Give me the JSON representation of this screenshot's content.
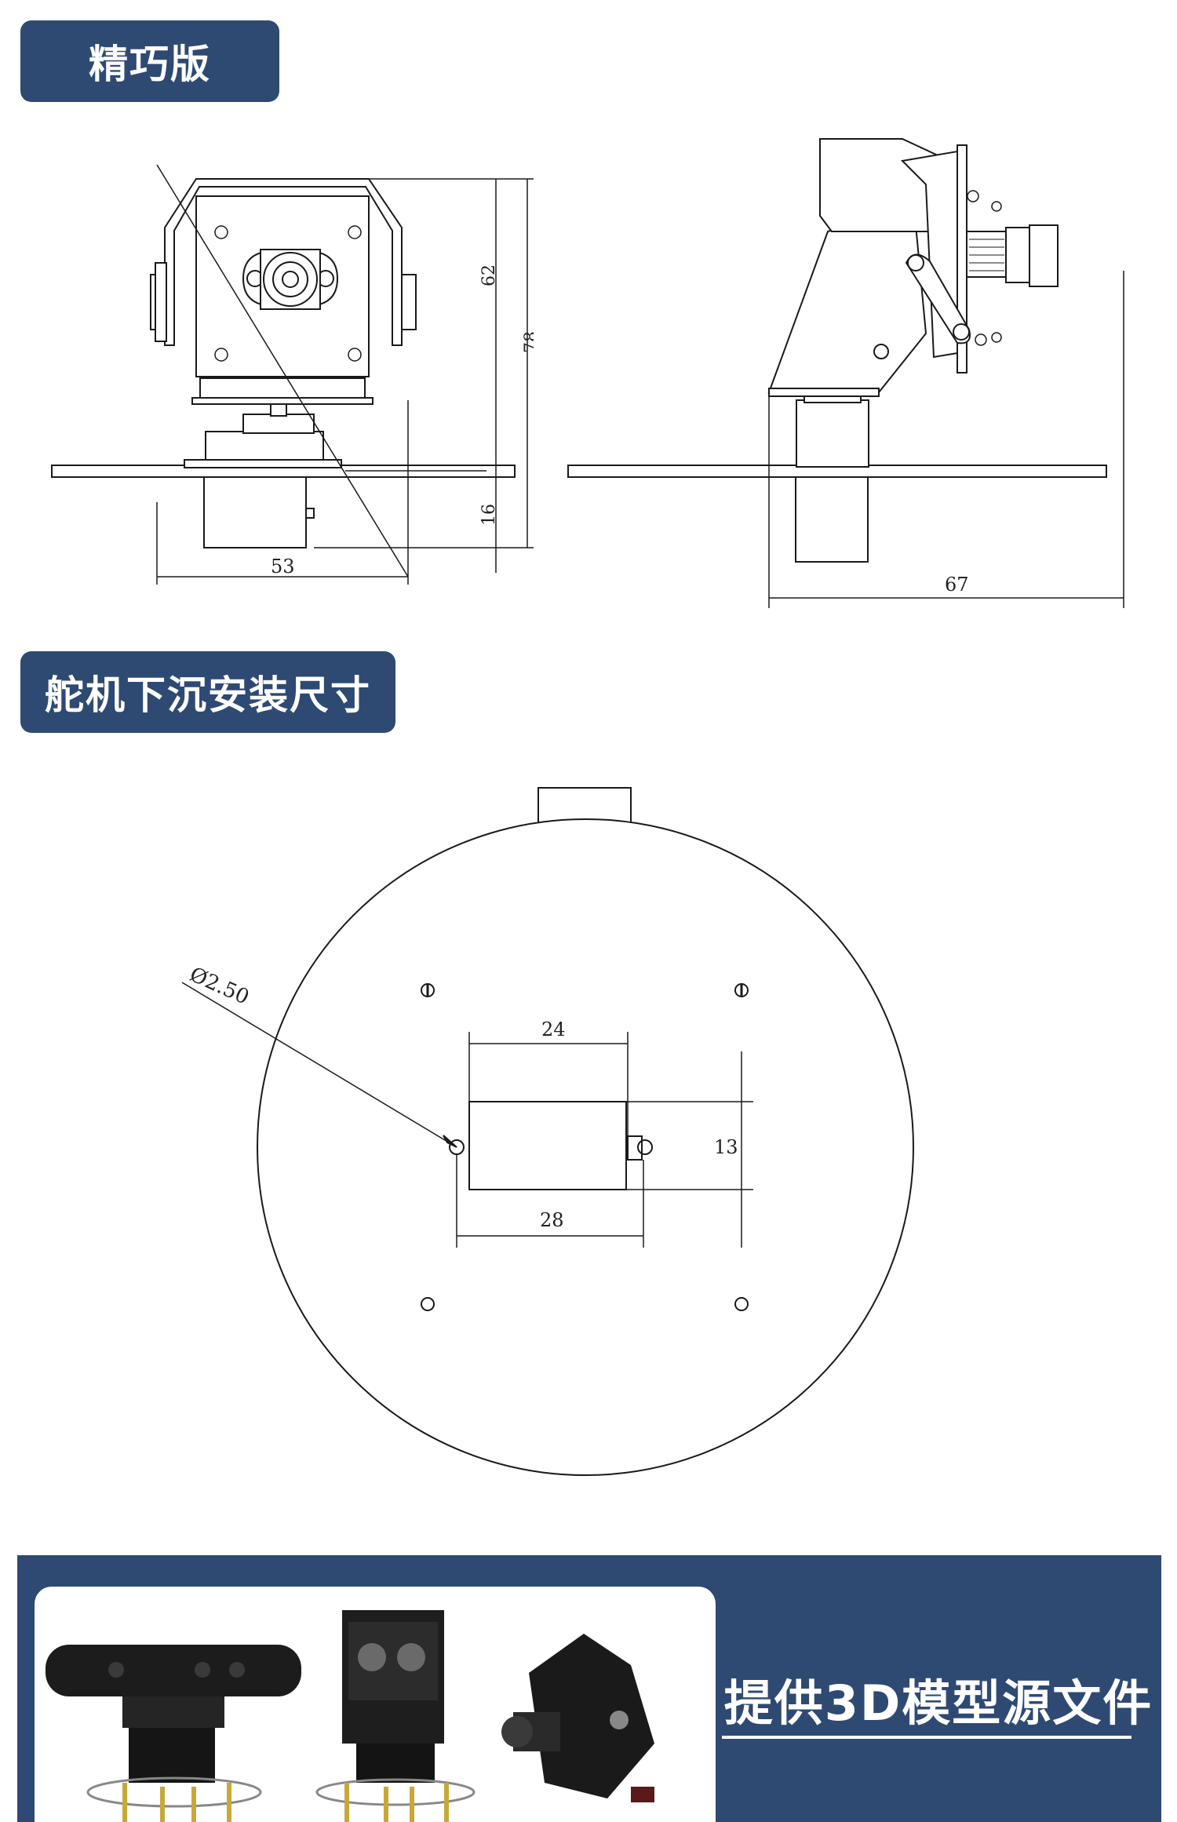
{
  "sections": [
    {
      "title": "精巧版"
    },
    {
      "title": "舵机下沉安装尺寸"
    }
  ],
  "front_view": {
    "dims": {
      "height_top": "62",
      "height_total": "78",
      "height_bottom": "16",
      "width": "53"
    }
  },
  "side_view": {
    "dims": {
      "width": "67"
    }
  },
  "mount_view": {
    "dims": {
      "hole_diameter": "Ø2.50",
      "inner_width": "24",
      "height": "13",
      "outer_width": "28"
    }
  },
  "banner": {
    "title": "提供3D模型源文件"
  },
  "colors": {
    "tag_bg": "#2e4a73",
    "banner_bg": "#2e4a73",
    "line": "#1a1a1a"
  }
}
